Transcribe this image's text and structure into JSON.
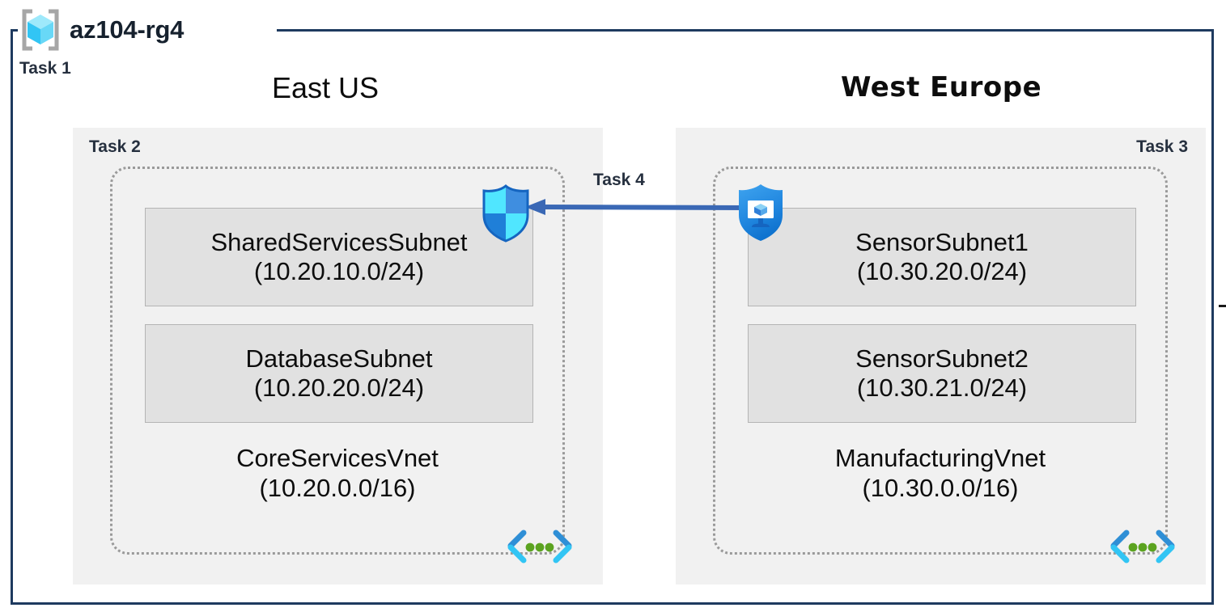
{
  "diagram": {
    "resource_group": {
      "name": "az104-rg4",
      "icon": "resource-group-cube-icon",
      "border_color": "#1e3a5f"
    },
    "task_callouts": [
      {
        "id": "task1",
        "label": "Task 1",
        "target": "resource-group"
      },
      {
        "id": "task2",
        "label": "Task 2",
        "target": "east-us-region"
      },
      {
        "id": "task3",
        "label": "Task 3",
        "target": "west-europe-region"
      },
      {
        "id": "task4",
        "label": "Task 4",
        "target": "vnet-peering"
      }
    ],
    "regions": [
      {
        "id": "east-us",
        "title": "East US",
        "task_label": "Task 2",
        "task_align": "left",
        "panel_color": "#f1f1f1",
        "vnet": {
          "name": "CoreServicesVnet",
          "cidr": "(10.20.0.0/16)",
          "icon": "virtual-network-icon",
          "subnets": [
            {
              "name": "SharedServicesSubnet",
              "cidr": "(10.20.10.0/24)"
            },
            {
              "name": "DatabaseSubnet",
              "cidr": "(10.20.20.0/24)"
            }
          ]
        }
      },
      {
        "id": "west-europe",
        "title": "West Europe",
        "task_label": "Task 3",
        "task_align": "right",
        "panel_color": "#f1f1f1",
        "vnet": {
          "name": "ManufacturingVnet",
          "cidr": "(10.30.0.0/16)",
          "icon": "virtual-network-icon",
          "subnets": [
            {
              "name": "SensorSubnet1",
              "cidr": "(10.30.20.0/24)"
            },
            {
              "name": "SensorSubnet2",
              "cidr": "(10.30.21.0/24)"
            }
          ]
        }
      }
    ],
    "icons": {
      "nsg": "network-security-group-shield-icon",
      "bastion": "bastion-shield-monitor-icon",
      "vnet": "virtual-network-brackets-icon",
      "resource_group": "resource-group-cube-icon"
    },
    "connection": {
      "label": "Task 4",
      "kind": "vnet-peering-arrow",
      "direction": "right-to-left",
      "color": "#3a68b5"
    },
    "colors": {
      "outer_border": "#1e3a5f",
      "region_panel": "#f1f1f1",
      "subnet_fill": "#e1e1e1",
      "subnet_border": "#b4b4b4",
      "vnet_dotted_border": "#9a9a9a",
      "task_text": "#26303f",
      "body_text": "#0d0d0d",
      "arrow": "#3a68b5",
      "icon_cyan": "#32c5f4",
      "icon_blue": "#0078d4",
      "icon_green": "#5ba320"
    }
  }
}
